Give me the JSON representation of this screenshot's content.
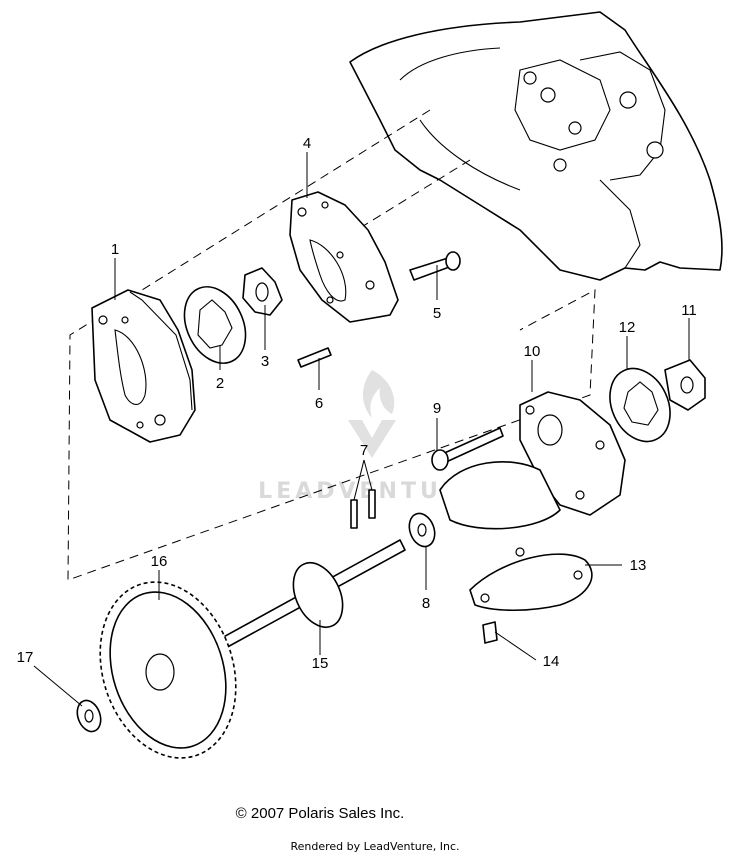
{
  "callouts": [
    "1",
    "2",
    "3",
    "4",
    "5",
    "6",
    "7",
    "8",
    "9",
    "10",
    "11",
    "12",
    "13",
    "14",
    "15",
    "16",
    "17"
  ],
  "watermark": "LEADVENTURE",
  "copyright": "© 2007 Polaris Sales Inc.",
  "rendered_by": "Rendered by LeadVenture, Inc."
}
